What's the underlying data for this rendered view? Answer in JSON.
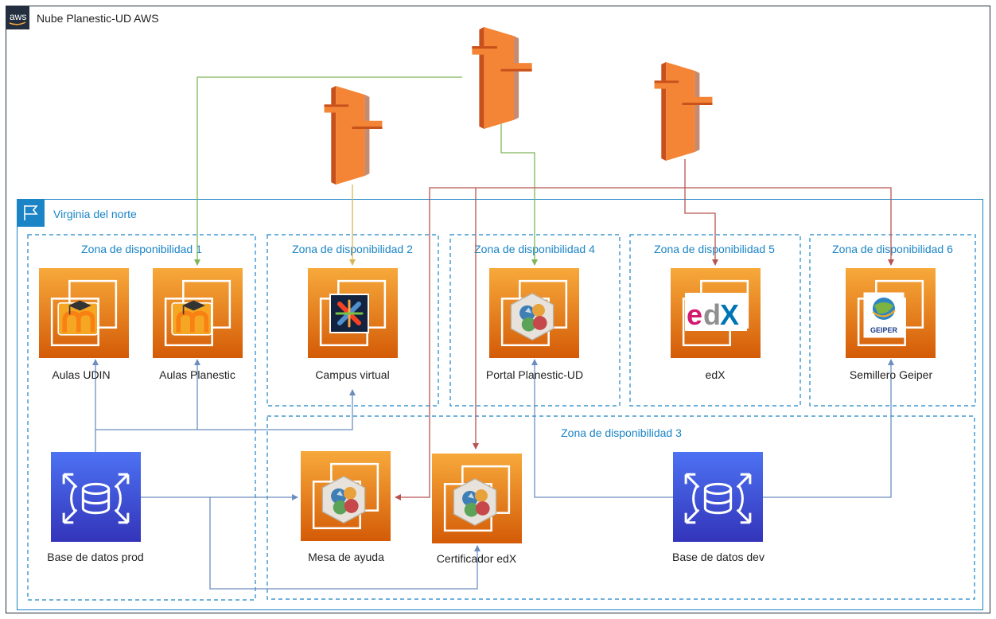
{
  "cloud": {
    "title": "Nube Planestic-UD AWS",
    "badge": "aws"
  },
  "region": {
    "title": "Virginia del norte"
  },
  "zones": {
    "z1": "Zona de disponibilidad 1",
    "z2": "Zona de disponibilidad 2",
    "z4": "Zona de disponibilidad 4",
    "z5": "Zona de disponibilidad 5",
    "z6": "Zona de disponibilidad 6",
    "z3": "Zona de disponibilidad 3"
  },
  "services": {
    "aulas_udin": "Aulas UDIN",
    "aulas_planestic": "Aulas Planestic",
    "campus_virtual": "Campus virtual",
    "portal": "Portal Planestic-UD",
    "edx": "edX",
    "semillero": "Semillero Geiper",
    "mesa": "Mesa de ayuda",
    "certificador": "Certificador edX"
  },
  "databases": {
    "prod": "Base de datos prod",
    "dev": "Base de datos dev"
  },
  "logos": {
    "edx_e": "e",
    "edx_d": "d",
    "edx_x": "X",
    "geiper": "GEIPER"
  },
  "colors": {
    "orange_top": "#f7a93b",
    "orange_bottom": "#d45b07",
    "db_top": "#4d72f3",
    "db_bottom": "#3334b9",
    "region_border": "#1a84c6",
    "arrow_green": "#7fb55a",
    "arrow_yellow": "#d6b656",
    "arrow_red": "#b85450",
    "arrow_blue": "#6c8ebf"
  }
}
